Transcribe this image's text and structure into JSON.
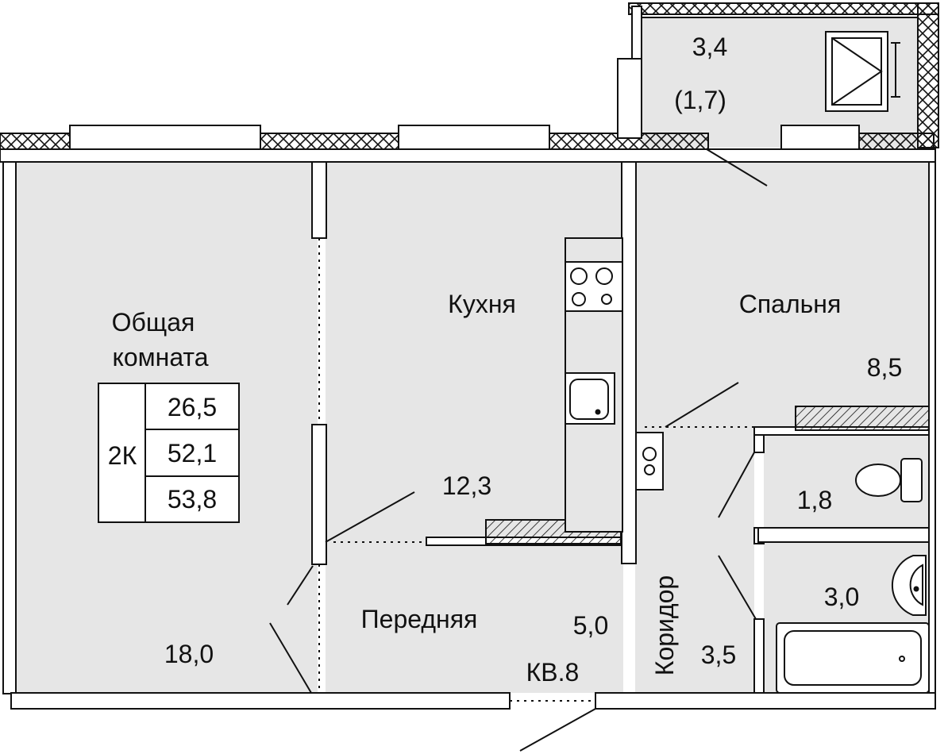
{
  "plan": {
    "colors": {
      "floor": "#e6e6e6",
      "wall": "#ffffff",
      "line": "#111111",
      "hatch": "#111111"
    },
    "balcony": {
      "area": "3,4",
      "reduced_area": "(1,7)"
    },
    "rooms": {
      "living": {
        "name_line1": "Общая",
        "name_line2": "комната",
        "area": "18,0"
      },
      "kitchen": {
        "name": "Кухня",
        "area": "12,3"
      },
      "bedroom": {
        "name": "Спальня",
        "area": "8,5"
      },
      "hall": {
        "name": "Передняя",
        "area": "5,0"
      },
      "corridor": {
        "name": "Коридор",
        "area": "3,5"
      },
      "wc": {
        "area": "1,8"
      },
      "bath": {
        "area": "3,0"
      }
    },
    "apartment": {
      "type": "2К",
      "living_area": "26,5",
      "total_area": "52,1",
      "total_with_balcony": "53,8",
      "number": "КВ.8"
    },
    "icons": [
      "stove-icon",
      "sink-icon",
      "boiler-icon",
      "toilet-icon",
      "washbasin-icon",
      "bathtub-icon",
      "ventilation-shaft-icon"
    ]
  }
}
